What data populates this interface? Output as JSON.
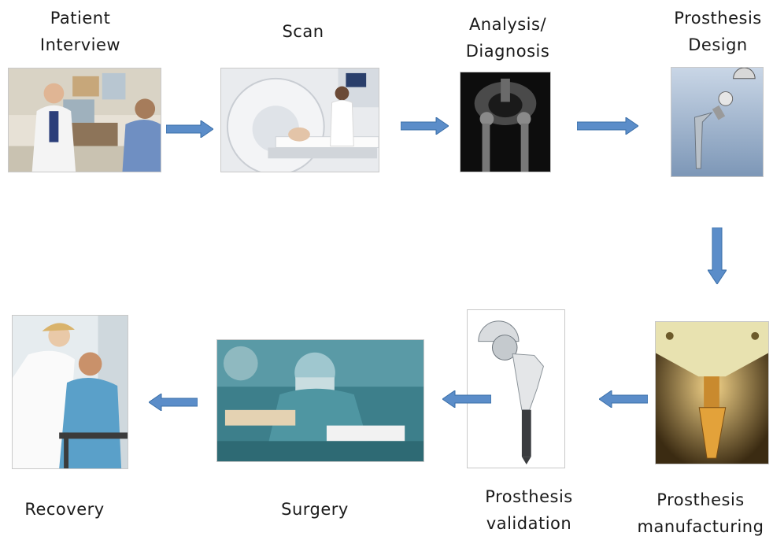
{
  "steps": {
    "interview": {
      "line1": "Patient",
      "line2": "Interview"
    },
    "scan": {
      "line1": "Scan"
    },
    "analysis": {
      "line1": "Analysis/",
      "line2": "Diagnosis"
    },
    "design": {
      "line1": "Prosthesis",
      "line2": "Design"
    },
    "manufacturing": {
      "line1": "Prosthesis",
      "line2": "manufacturing"
    },
    "validation": {
      "line1": "Prosthesis",
      "line2": "validation"
    },
    "surgery": {
      "line1": "Surgery"
    },
    "recovery": {
      "line1": "Recovery"
    }
  },
  "colors": {
    "arrow_fill": "#5b8dc9",
    "arrow_stroke": "#3a6ea8"
  },
  "icons": [
    "patient-interview-photo",
    "ct-scan-photo",
    "xray-photo",
    "prosthesis-design-render",
    "manufacturing-photo",
    "hip-implant-photo",
    "surgery-photo",
    "recovery-photo",
    "flow-arrow-icon"
  ]
}
